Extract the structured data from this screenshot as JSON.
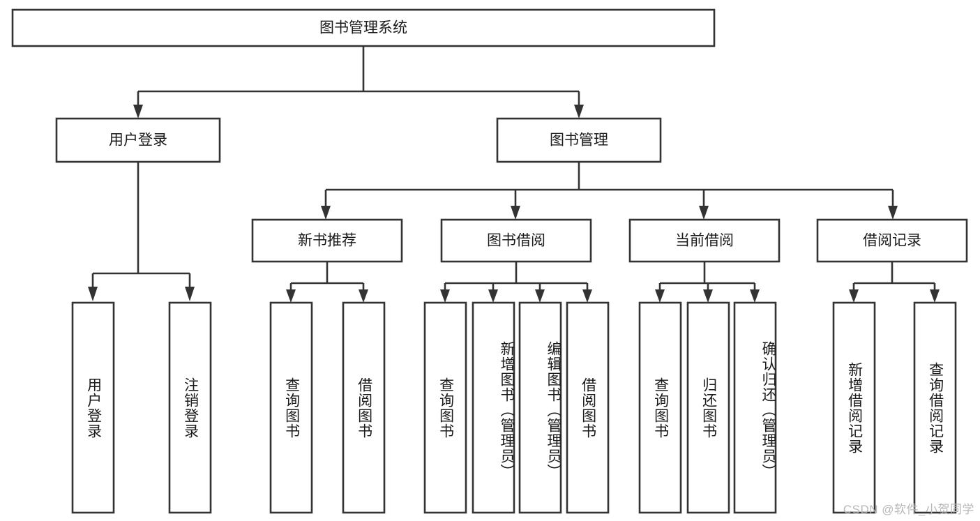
{
  "diagram": {
    "type": "tree",
    "title": "图书管理系统",
    "orientation": "top-down",
    "levels": 4,
    "colors": {
      "box_stroke": "#333333",
      "box_fill": "#ffffff",
      "text": "#1a1a1a",
      "connector": "#333333",
      "watermark": "#b8b8b8",
      "background": "#ffffff"
    },
    "root": {
      "label": "图书管理系统"
    },
    "level2": [
      {
        "label": "用户登录"
      },
      {
        "label": "图书管理"
      }
    ],
    "level3": [
      {
        "label": "新书推荐"
      },
      {
        "label": "图书借阅"
      },
      {
        "label": "当前借阅"
      },
      {
        "label": "借阅记录"
      }
    ],
    "leaves_user_login": [
      {
        "label": "用户登录"
      },
      {
        "label": "注销登录"
      }
    ],
    "leaves_new_book": [
      {
        "label": "查询图书"
      },
      {
        "label": "借阅图书"
      }
    ],
    "leaves_book_borrow": [
      {
        "label": "查询图书"
      },
      {
        "label": "新增图书（管理员）"
      },
      {
        "label": "编辑图书（管理员）"
      },
      {
        "label": "借阅图书"
      }
    ],
    "leaves_current_borrow": [
      {
        "label": "查询图书"
      },
      {
        "label": "归还图书"
      },
      {
        "label": "确认归还（管理员）"
      }
    ],
    "leaves_borrow_record": [
      {
        "label": "新增借阅记录"
      },
      {
        "label": "查询借阅记录"
      }
    ]
  },
  "watermark": {
    "text": "CSDN @软件_小贺同学"
  }
}
